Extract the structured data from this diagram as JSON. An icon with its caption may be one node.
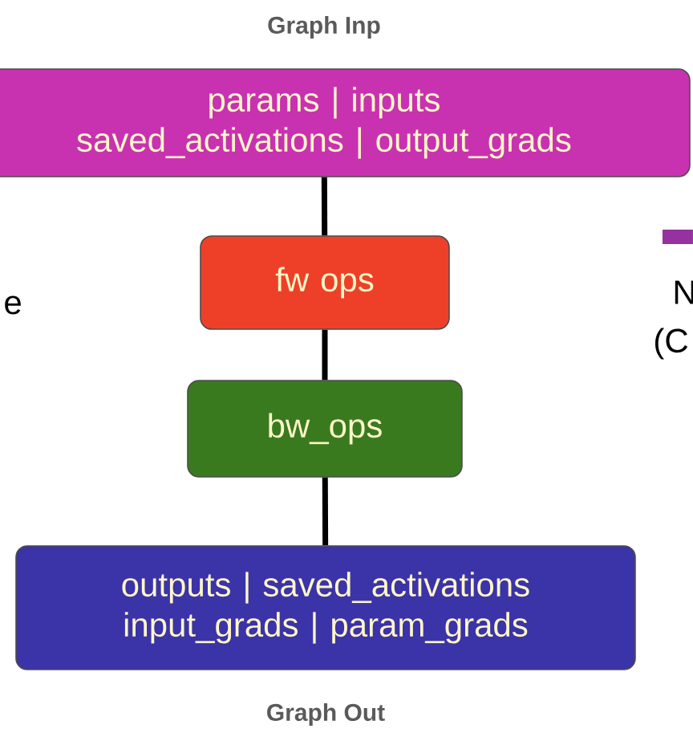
{
  "diagram": {
    "nodes": [
      {
        "text": [
          "Graph Inp",
          "params | inputs saved_activations | output_grads"
        ]
      },
      {
        "text": [
          "fw ops"
        ]
      },
      {
        "text": [
          "bw_ops"
        ]
      },
      {
        "text": [
          "outputs | saved_activations input_grads | param_grads",
          "Graph Out"
        ]
      }
    ],
    "edges": [
      {
        "from": 0,
        "to": 1,
        "arrow": "none"
      },
      {
        "from": 1,
        "to": 2,
        "arrow": "none"
      },
      {
        "from": 2,
        "to": 3,
        "arrow": "none"
      }
    ],
    "labels": [
      "e",
      "N",
      "(C"
    ]
  }
}
